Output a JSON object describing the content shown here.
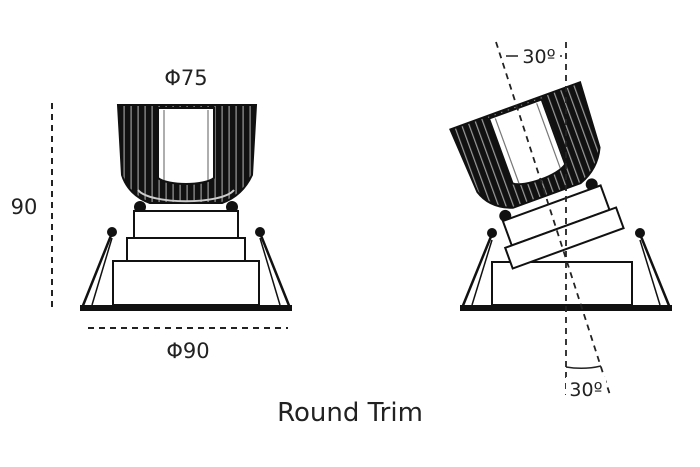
{
  "labels": {
    "top_diameter": "Φ75",
    "height": "90",
    "bottom_diameter": "Φ90",
    "angle_top": "30º",
    "angle_bottom": "30º",
    "caption": "Round Trim"
  },
  "tilt_angle_deg": 30,
  "colors": {
    "line": "#111111",
    "body": "#1a1a1a",
    "background": "#ffffff"
  }
}
